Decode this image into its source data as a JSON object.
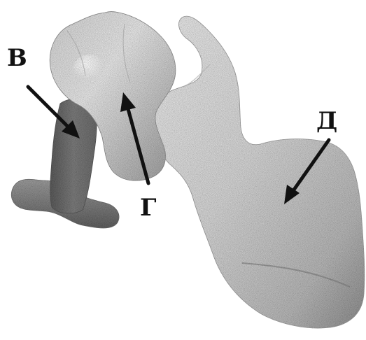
{
  "labels": {
    "v": "В",
    "g": "Г",
    "d": "Д"
  },
  "colors": {
    "arrow": "#111111",
    "label": "#111111"
  }
}
